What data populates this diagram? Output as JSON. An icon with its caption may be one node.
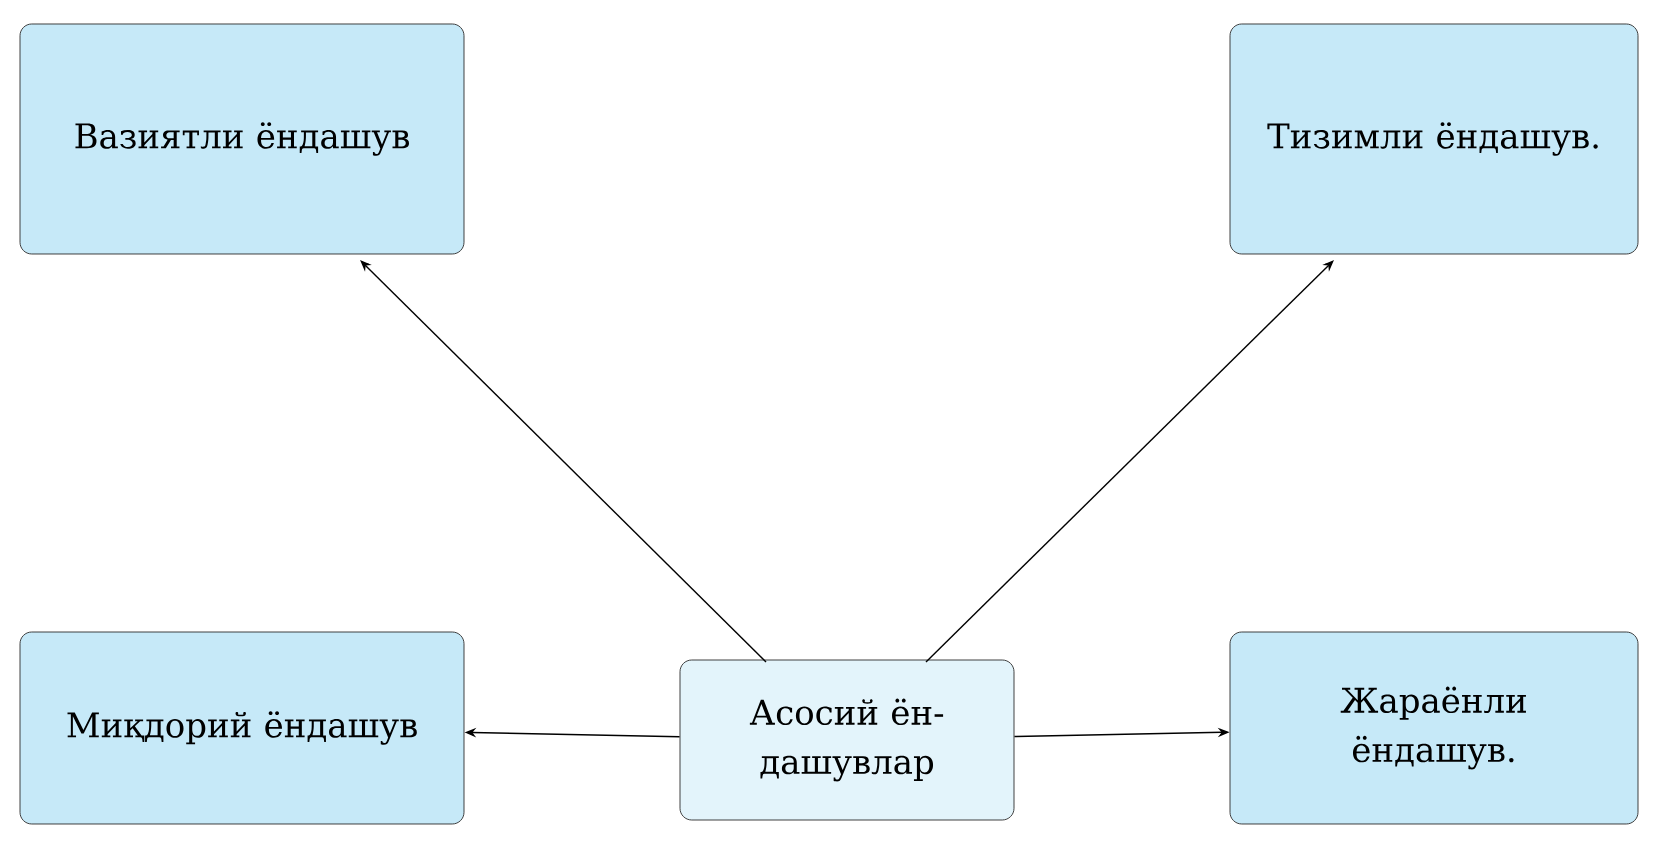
{
  "diagram": {
    "nodes": [
      {
        "text": [
          "Вазиятли ёндашув"
        ]
      },
      {
        "text": [
          "Тизимли ёндашув."
        ]
      },
      {
        "text": [
          "Миқдорий ёндашув"
        ]
      },
      {
        "text": [
          "Асосий ён-дашувлар"
        ]
      },
      {
        "text": [
          "Жараёнли ёндашув."
        ]
      }
    ],
    "edges": [
      {
        "from": 3,
        "to": 0,
        "arrow": "to"
      },
      {
        "from": 3,
        "to": 1,
        "arrow": "to"
      },
      {
        "from": 3,
        "to": 2,
        "arrow": "to"
      },
      {
        "from": 3,
        "to": 4,
        "arrow": "to"
      }
    ]
  }
}
